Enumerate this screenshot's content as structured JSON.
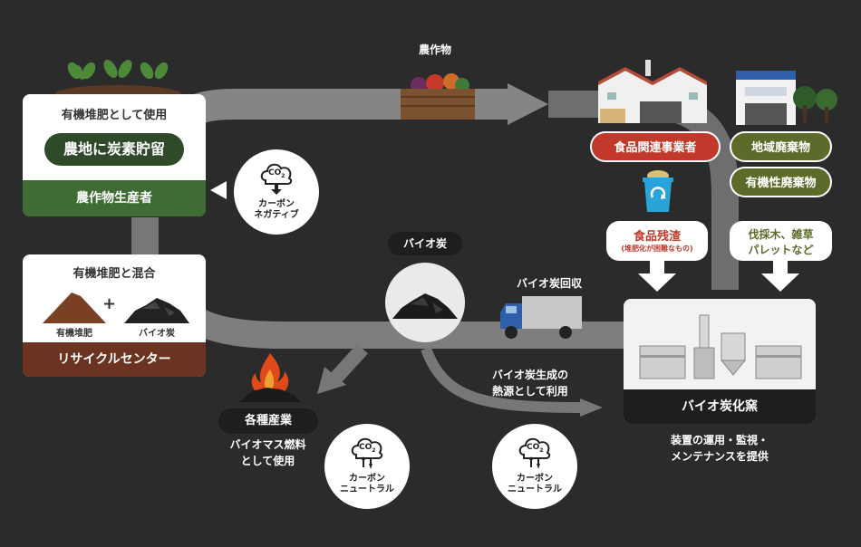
{
  "crops_label": "農作物",
  "farmer": {
    "top": "有機堆肥として使用",
    "pill": "農地に炭素貯留",
    "bottom": "農作物生産者"
  },
  "recycle": {
    "top": "有機堆肥と混合",
    "compost_label": "有機堆肥",
    "plus": "+",
    "biochar_label": "バイオ炭",
    "bottom": "リサイクルセンター"
  },
  "carbon_negative": {
    "co2": "CO",
    "sub": "2",
    "line1": "カーボン",
    "line2": "ネガティブ"
  },
  "carbon_neutral_left": {
    "co2": "CO",
    "sub": "2",
    "line1": "カーボン",
    "line2": "ニュートラル"
  },
  "carbon_neutral_right": {
    "co2": "CO",
    "sub": "2",
    "line1": "カーボン",
    "line2": "ニュートラル"
  },
  "food_business": "食品関連事業者",
  "regional_waste": "地域廃棄物",
  "organic_waste": "有機性廃棄物",
  "food_residue": {
    "title": "食品残渣",
    "sub": "(堆肥化が困難なもの)"
  },
  "wood_weeds": {
    "line1": "伐採木、雑草",
    "line2": "パレットなど"
  },
  "biochar_label": "バイオ炭",
  "biochar_collection": "バイオ炭回収",
  "heat_source": {
    "line1": "バイオ炭生成の",
    "line2": "熱源として利用"
  },
  "kiln": {
    "title": "バイオ炭化窯"
  },
  "service": {
    "line1": "装置の運用・監視・",
    "line2": "メンテナンスを提供"
  },
  "industries": {
    "title": "各種産業",
    "line1": "バイオマス燃料",
    "line2": "として使用"
  },
  "colors": {
    "background": "#2b2b2b",
    "flow": "#8a8a8a",
    "green": "#3f6b35",
    "red": "#c0392b",
    "olive": "#5d6b2a",
    "brown": "#6b3320"
  }
}
